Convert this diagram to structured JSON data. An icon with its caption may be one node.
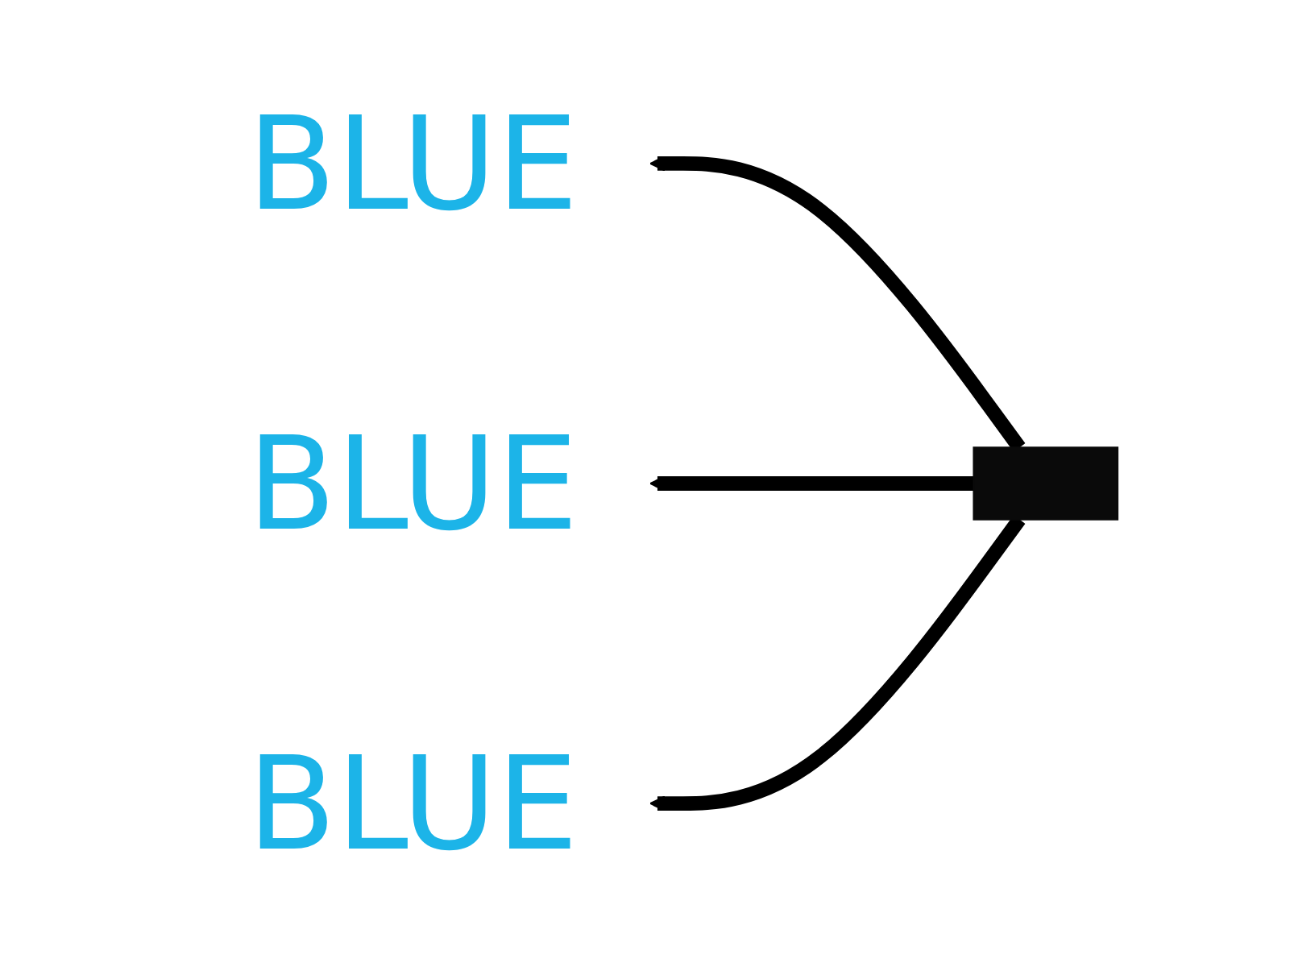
{
  "diagram": {
    "nodes": [
      {
        "text": [
          "BLUE"
        ]
      },
      {
        "text": [
          "BLUE"
        ]
      },
      {
        "text": [],
        "shape": "box"
      },
      {
        "text": [
          "BLUE"
        ]
      }
    ],
    "edges": [
      {
        "from": 2,
        "to": 0,
        "arrow": "to"
      },
      {
        "from": 2,
        "to": 1,
        "arrow": "to"
      },
      {
        "from": 2,
        "to": 3,
        "arrow": "to"
      }
    ]
  }
}
